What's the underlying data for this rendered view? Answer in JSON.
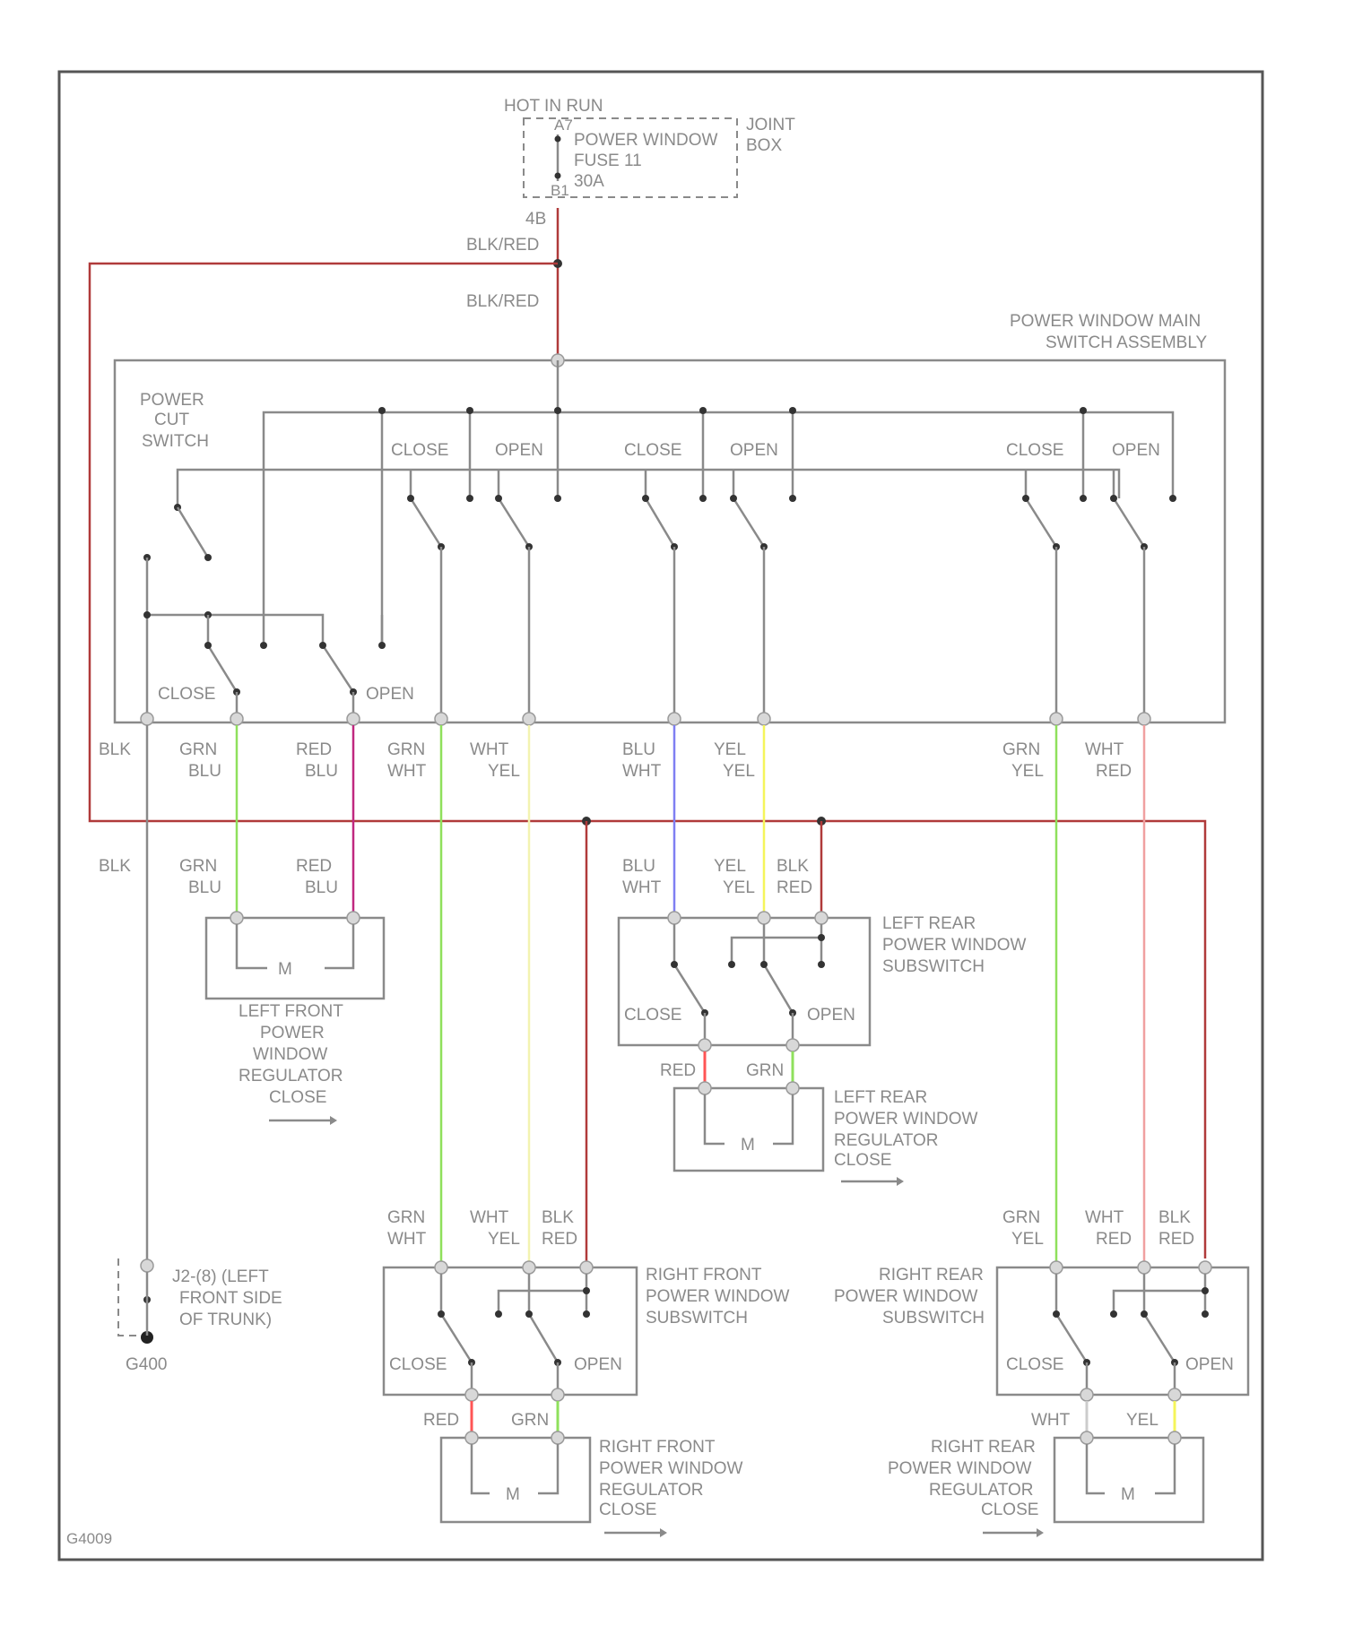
{
  "colors": {
    "red_wire": "#b03a3a",
    "gray_wire": "#8a8a8a",
    "green_wire": "#8fe05c",
    "light_yellow_wire": "#f3f3b0",
    "blue_wire": "#7f7ff2",
    "yellow_wire": "#f5f55a",
    "pink_wire": "#f0a0a0",
    "purple_wire": "#c02880",
    "red_lead": "#ff5555",
    "green_lead": "#8fe05c"
  },
  "fuse": {
    "hot": "HOT IN RUN",
    "name": "POWER WINDOW",
    "num": "FUSE 11",
    "amps": "30A",
    "box1": "JOINT",
    "box2": "BOX",
    "pin_top": "A7",
    "pin_bottom": "B1"
  },
  "wire_labels": {
    "fuse_pin": "4B",
    "fuse_out": "BLK/RED",
    "to_switch": "BLK/RED"
  },
  "main_switch": {
    "title1": "POWER  WINDOW MAIN",
    "title2": "SWITCH ASSEMBLY",
    "cut1": "POWER",
    "cut2": "CUT",
    "cut3": "SWITCH",
    "close": "CLOSE",
    "open": "OPEN"
  },
  "out": {
    "blk": "BLK",
    "grnblu": [
      "GRN",
      "BLU"
    ],
    "redblu": [
      "RED",
      "BLU"
    ],
    "grnwht": [
      "GRN",
      "WHT"
    ],
    "whtyel": [
      "WHT",
      "YEL"
    ],
    "bluwht": [
      "BLU",
      "WHT"
    ],
    "yelyel": [
      "YEL",
      "YEL"
    ],
    "grnyel": [
      "GRN",
      "YEL"
    ],
    "whtred": [
      "WHT",
      "RED"
    ],
    "blkred": [
      "BLK",
      "RED"
    ]
  },
  "lf": {
    "motor": "M",
    "name": [
      "LEFT FRONT",
      "POWER",
      "WINDOW",
      "REGULATOR",
      "CLOSE"
    ]
  },
  "lr_sub": {
    "name": [
      "LEFT REAR",
      "POWER WINDOW",
      "SUBSWITCH"
    ],
    "close": "CLOSE",
    "open": "OPEN",
    "red": "RED",
    "grn": "GRN"
  },
  "lr_reg": {
    "motor": "M",
    "name": [
      "LEFT REAR",
      "POWER WINDOW",
      "REGULATOR",
      "CLOSE"
    ]
  },
  "rf_sub": {
    "name": [
      "RIGHT FRONT",
      "POWER WINDOW",
      "SUBSWITCH"
    ],
    "close": "CLOSE",
    "open": "OPEN",
    "red": "RED",
    "grn": "GRN"
  },
  "rf_reg": {
    "motor": "M",
    "name": [
      "RIGHT FRONT",
      "POWER WINDOW",
      "REGULATOR",
      "CLOSE"
    ]
  },
  "rr_sub": {
    "name": [
      "RIGHT REAR",
      "POWER WINDOW",
      "SUBSWITCH"
    ],
    "close": "CLOSE",
    "open": "OPEN",
    "wht": "WHT",
    "yel": "YEL"
  },
  "rr_reg": {
    "motor": "M",
    "name": [
      "RIGHT REAR",
      "POWER WINDOW",
      "REGULATOR",
      "CLOSE"
    ]
  },
  "ground": {
    "name": [
      "J2-(8) (LEFT",
      "FRONT SIDE",
      "OF TRUNK)"
    ],
    "g_label": "G400"
  },
  "footer_code": "G4009"
}
